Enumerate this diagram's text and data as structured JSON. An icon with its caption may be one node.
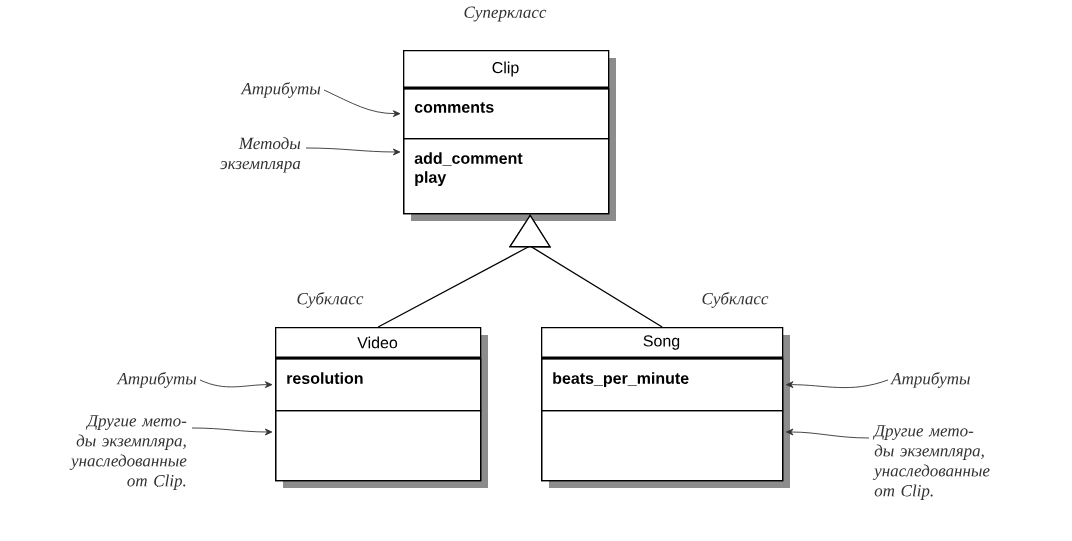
{
  "diagram": {
    "nodes": [
      {
        "text": [
          "Clip"
        ],
        "beside": [
          "Суперкласс"
        ]
      },
      {
        "text": [
          "comments"
        ],
        "in": 0
      },
      {
        "text": [
          "add_comment play"
        ],
        "in": 0
      },
      {
        "text": [
          "Video"
        ],
        "beside": [
          "Субкласс"
        ]
      },
      {
        "text": [
          "resolution"
        ],
        "in": 3
      },
      {
        "text": [],
        "shape": "box",
        "in": 3
      },
      {
        "text": [
          "Song"
        ],
        "beside": [
          "Субкласс"
        ]
      },
      {
        "text": [
          "beats_per_minute"
        ],
        "in": 6
      },
      {
        "text": [],
        "shape": "box",
        "in": 6
      },
      {
        "text": [
          "Атрибуты"
        ]
      },
      {
        "text": [
          "Методы экземпляра"
        ]
      },
      {
        "text": [
          "Атрибуты"
        ]
      },
      {
        "text": [
          "Другие мето-ды экземпляра, унаследованные от Clip."
        ]
      },
      {
        "text": [
          "Атрибуты"
        ]
      },
      {
        "text": [
          "Другие мето-ды экземпляра, унаследованные от Clip."
        ]
      }
    ],
    "edges": [
      {
        "from": 3,
        "to": 0,
        "arrow": "to"
      },
      {
        "from": 6,
        "to": 0,
        "arrow": "to"
      },
      {
        "from": 9,
        "to": 1,
        "arrow": "to"
      },
      {
        "from": 10,
        "to": 2,
        "arrow": "to"
      },
      {
        "from": 11,
        "to": 4,
        "arrow": "to"
      },
      {
        "from": 12,
        "to": 5,
        "arrow": "to"
      },
      {
        "from": 13,
        "to": 7,
        "arrow": "to"
      },
      {
        "from": 14,
        "to": 8,
        "arrow": "to"
      }
    ]
  }
}
